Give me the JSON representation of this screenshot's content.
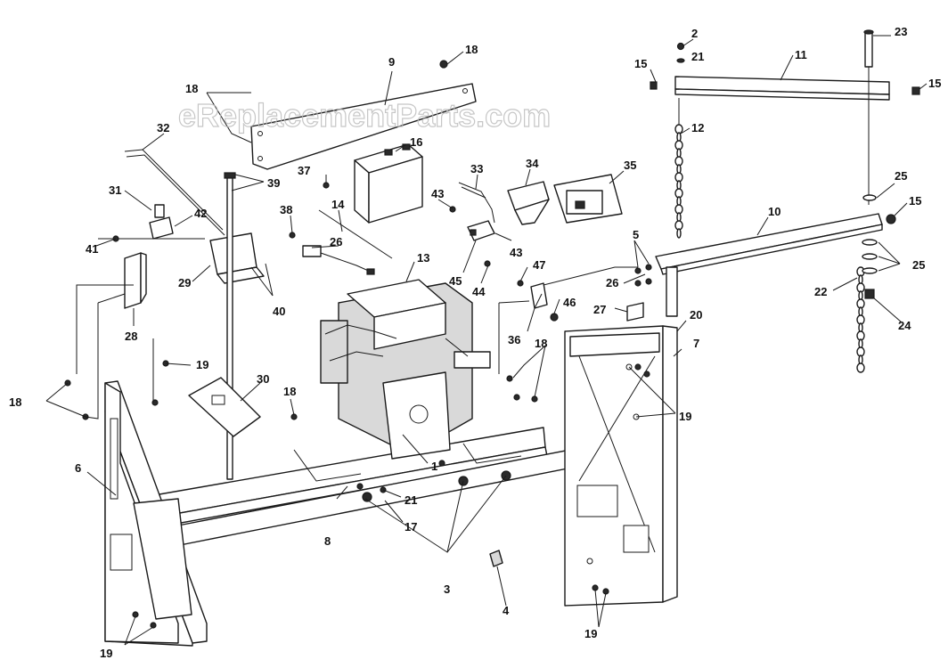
{
  "watermark": "eReplacementParts.com",
  "callouts": {
    "c1": "1",
    "c2": "2",
    "c3": "3",
    "c4": "4",
    "c5": "5",
    "c6": "6",
    "c7": "7",
    "c8": "8",
    "c9": "9",
    "c10": "10",
    "c11": "11",
    "c12": "12",
    "c13": "13",
    "c14": "14",
    "c15a": "15",
    "c15b": "15",
    "c15c": "15",
    "c16": "16",
    "c17": "17",
    "c18a": "18",
    "c18b": "18",
    "c18c": "18",
    "c18d": "18",
    "c18e": "18",
    "c19a": "19",
    "c19b": "19",
    "c19c": "19",
    "c19d": "19",
    "c20": "20",
    "c21a": "21",
    "c21b": "21",
    "c22": "22",
    "c23": "23",
    "c24": "24",
    "c25a": "25",
    "c25b": "25",
    "c26a": "26",
    "c26b": "26",
    "c27": "27",
    "c28": "28",
    "c29": "29",
    "c30": "30",
    "c31": "31",
    "c32": "32",
    "c33": "33",
    "c34": "34",
    "c35": "35",
    "c36": "36",
    "c37": "37",
    "c38": "38",
    "c39": "39",
    "c40": "40",
    "c41": "41",
    "c42": "42",
    "c43a": "43",
    "c43b": "43",
    "c44": "44",
    "c45": "45",
    "c46": "46",
    "c47": "47"
  }
}
